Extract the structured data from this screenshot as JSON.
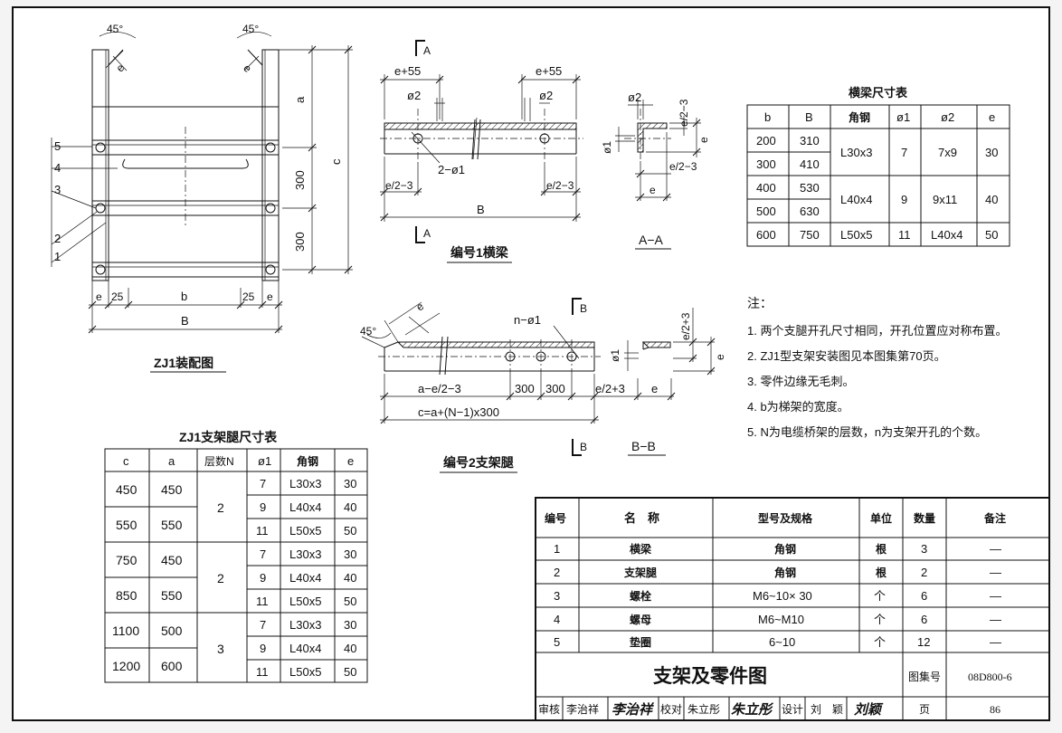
{
  "assembly": {
    "title": "ZJ1装配图",
    "angle": "45°",
    "dim_e": "e",
    "dim_a": "a",
    "dim_c": "c",
    "dim_300": "300",
    "dim_25": "25",
    "dim_b": "b",
    "dim_B": "B",
    "parts": [
      "5",
      "4",
      "3",
      "2",
      "1"
    ]
  },
  "crossbeam": {
    "title": "编号1横梁",
    "section_mark": "A",
    "dim_e55": "e+55",
    "dim_phi2": "ø2",
    "dim_holes": "2−ø1",
    "dim_e2m3": "e/2−3",
    "dim_B": "B"
  },
  "section_aa": {
    "title": "A−A",
    "dim_phi2": "ø2",
    "dim_phi1": "ø1",
    "dim_e2m3": "e/2−3",
    "dim_e": "e"
  },
  "leg": {
    "title": "编号2支架腿",
    "section_mark": "B",
    "angle": "45°",
    "dim_e": "e",
    "dim_holes": "n−ø1",
    "dim_ae23": "a−e/2−3",
    "dim_300": "300",
    "dim_e2p3": "e/2+3",
    "dim_c": "c=a+(N−1)x300"
  },
  "section_bb": {
    "title": "B−B",
    "dim_phi1": "ø1",
    "dim_e2p3": "e/2+3",
    "dim_e": "e"
  },
  "beam_table": {
    "title": "横梁尺寸表",
    "headers": [
      "b",
      "B",
      "角钢",
      "ø1",
      "ø2",
      "e"
    ],
    "rows": [
      [
        "200",
        "310"
      ],
      [
        "300",
        "410"
      ],
      [
        "400",
        "530"
      ],
      [
        "500",
        "630"
      ],
      [
        "600",
        "750"
      ]
    ],
    "groups": [
      {
        "angle": "L30x3",
        "phi1": "7",
        "phi2": "7x9",
        "e": "30"
      },
      {
        "angle": "L40x4",
        "phi1": "9",
        "phi2": "9x11",
        "e": "40"
      },
      {
        "angle": "L50x5",
        "phi1": "11",
        "phi2": "L40x4",
        "e": "50"
      }
    ]
  },
  "notes": {
    "title": "注：",
    "items": [
      "1. 两个支腿开孔尺寸相同，开孔位置应对称布置。",
      "2. ZJ1型支架安装图见本图集第70页。",
      "3. 零件边缘无毛刺。",
      "4. b为梯架的宽度。",
      "5. N为电缆桥架的层数，n为支架开孔的个数。"
    ]
  },
  "leg_table": {
    "title": "ZJ1支架腿尺寸表",
    "headers": [
      "c",
      "a",
      "层数N",
      "ø1",
      "角钢",
      "e"
    ],
    "groups": [
      {
        "rows": [
          {
            "c": "450",
            "a": "450"
          },
          {
            "c": "550",
            "a": "550"
          }
        ],
        "N": "2"
      },
      {
        "rows": [
          {
            "c": "750",
            "a": "450"
          },
          {
            "c": "850",
            "a": "550"
          }
        ],
        "N": "2"
      },
      {
        "rows": [
          {
            "c": "1100",
            "a": "500"
          },
          {
            "c": "1200",
            "a": "600"
          }
        ],
        "N": "3"
      }
    ],
    "sub": [
      [
        "7",
        "L30x3",
        "30"
      ],
      [
        "9",
        "L40x4",
        "40"
      ],
      [
        "11",
        "L50x5",
        "50"
      ]
    ]
  },
  "parts_list": {
    "headers": [
      "编号",
      "名　称",
      "型号及规格",
      "单位",
      "数量",
      "备注"
    ],
    "rows": [
      [
        "1",
        "横梁",
        "角钢",
        "根",
        "3",
        "—"
      ],
      [
        "2",
        "支架腿",
        "角钢",
        "根",
        "2",
        "—"
      ],
      [
        "3",
        "螺栓",
        "M6~10× 30",
        "个",
        "6",
        "—"
      ],
      [
        "4",
        "螺母",
        "M6~M10",
        "个",
        "6",
        "—"
      ],
      [
        "5",
        "垫圈",
        "6~10",
        "个",
        "12",
        "—"
      ]
    ]
  },
  "title_block": {
    "drawing_title": "支架及零件图",
    "atlas_label": "图集号",
    "atlas_no": "08D800-6",
    "page_label": "页",
    "page_no": "86",
    "review_label": "审核",
    "reviewer": "李治祥",
    "review_sig": "李治祥",
    "check_label": "校对",
    "checker": "朱立彤",
    "check_sig": "朱立彤",
    "design_label": "设计",
    "designer": "刘　颖",
    "design_sig": "刘颖"
  }
}
